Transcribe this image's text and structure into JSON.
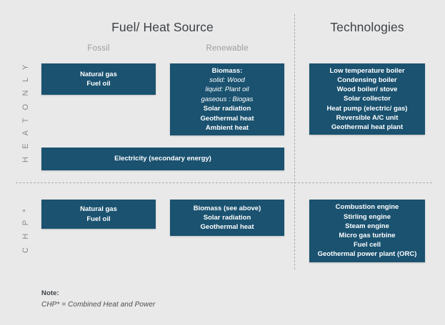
{
  "headers": {
    "fuel_heat_source": "Fuel/ Heat Source",
    "technologies": "Technologies",
    "fossil": "Fossil",
    "renewable": "Renewable"
  },
  "rows": {
    "heat_only_label": "H E A T   O N L Y",
    "chp_label": "C H P *"
  },
  "boxes": {
    "heat_only_fossil": {
      "lines": [
        "Natural gas",
        "Fuel oil"
      ]
    },
    "heat_only_renewable": {
      "title": "Biomass:",
      "italic_lines": [
        "solid: Wood",
        "liquid: Plant oil",
        "gaseous : Biogas"
      ],
      "lines": [
        "Solar radiation",
        "Geothermal heat",
        "Ambient heat"
      ]
    },
    "heat_only_technologies": {
      "lines": [
        "Low temperature boiler",
        "Condensing boiler",
        "Wood boiler/ stove",
        "Solar collector",
        "Heat pump (electric/ gas)",
        "Reversible A/C unit",
        "Geothermal heat plant"
      ]
    },
    "heat_only_electricity": {
      "lines": [
        "Electricity (secondary energy)"
      ]
    },
    "chp_fossil": {
      "lines": [
        "Natural gas",
        "Fuel oil"
      ]
    },
    "chp_renewable": {
      "lines": [
        "Biomass (see above)",
        "Solar radiation",
        "Geothermal heat"
      ]
    },
    "chp_technologies": {
      "lines": [
        "Combustion engine",
        "Stirling engine",
        "Steam engine",
        "Micro gas turbine",
        "Fuel cell",
        "Geothermal power plant (ORC)"
      ]
    }
  },
  "note": {
    "label": "Note:",
    "text": "CHP* = Combined Heat and Power"
  },
  "colors": {
    "box_fill": "#1a5270",
    "background": "#e9e9e9",
    "heading_text": "#3d4145",
    "subheading_text": "#9a9da0",
    "divider": "#a9acae"
  }
}
